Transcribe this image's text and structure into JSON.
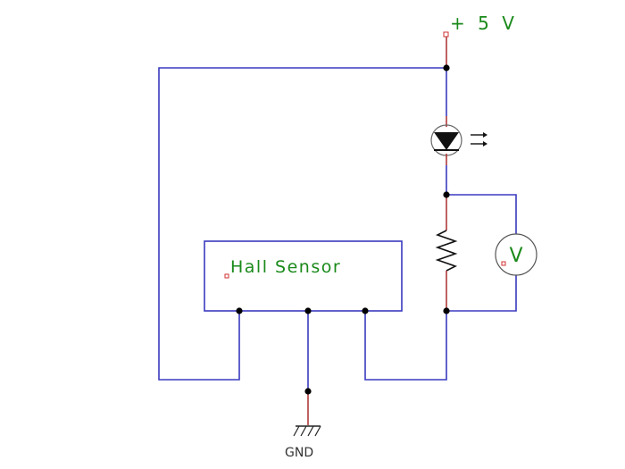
{
  "supply": {
    "label": "+ 5 V"
  },
  "sensor": {
    "label": "Hall Sensor"
  },
  "voltmeter": {
    "label": "V"
  },
  "ground": {
    "label": "GND"
  },
  "colors": {
    "wire": "#3a3ac0",
    "lead": "#b03a3a",
    "label": "#1a8a1a"
  }
}
